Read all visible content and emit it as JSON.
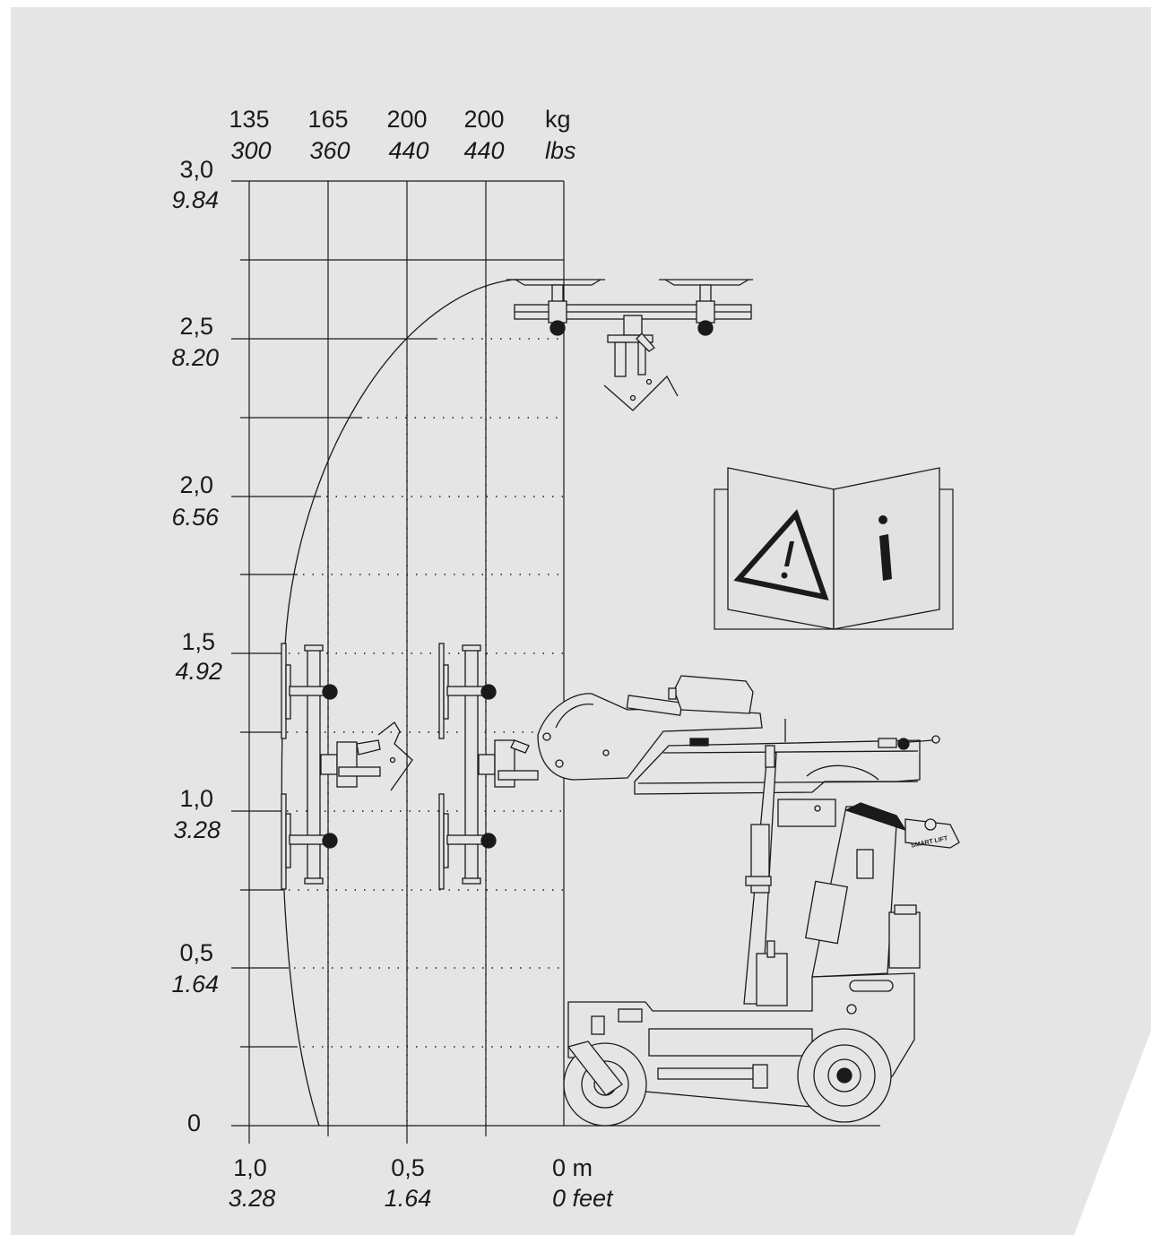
{
  "capacity_header": {
    "columns": [
      {
        "kg": "135",
        "lbs": "300"
      },
      {
        "kg": "165",
        "lbs": "360"
      },
      {
        "kg": "200",
        "lbs": "440"
      },
      {
        "kg": "200",
        "lbs": "440"
      }
    ],
    "unit_kg": "kg",
    "unit_lbs": "lbs"
  },
  "height_axis": [
    {
      "m": "3,0",
      "ft": "9.84",
      "value": 3.0
    },
    {
      "m": "2,5",
      "ft": "8.20",
      "value": 2.5
    },
    {
      "m": "2,0",
      "ft": "6.56",
      "value": 2.0
    },
    {
      "m": "1,5",
      "ft": "4.92",
      "value": 1.5
    },
    {
      "m": "1,0",
      "ft": "3.28",
      "value": 1.0
    },
    {
      "m": "0,5",
      "ft": "1.64",
      "value": 0.5
    },
    {
      "m": "0",
      "ft": "",
      "value": 0
    }
  ],
  "reach_axis": [
    {
      "m": "1,0",
      "ft": "3.28",
      "value": 1.0
    },
    {
      "m": "0,5",
      "ft": "1.64",
      "value": 0.5
    },
    {
      "m": "0 m",
      "ft": "0 feet",
      "value": 0
    }
  ],
  "machine_label": "SMART LIFT",
  "icons": [
    "warning-icon",
    "info-icon",
    "manual-book-icon"
  ],
  "colors": {
    "background": "#e5e5e5",
    "line": "#1a1a1a",
    "panel": "#e2e2e2"
  }
}
